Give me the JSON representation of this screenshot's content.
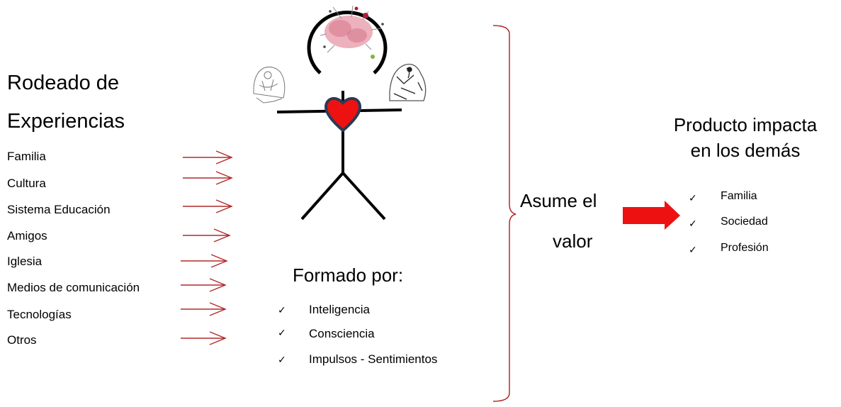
{
  "left": {
    "title_line1": "Rodeado de",
    "title_line2": "Experiencias",
    "items": [
      "Familia",
      "Cultura",
      "Sistema Educación",
      "Amigos",
      "Iglesia",
      "Medios de comunicación",
      "Tecnologías",
      "Otros"
    ]
  },
  "center": {
    "formed_title": "Formado por:",
    "formed_items": [
      "Inteligencia",
      "Consciencia",
      "Impulsos - Sentimientos"
    ]
  },
  "middle": {
    "line1": "Asume el",
    "line2": "valor"
  },
  "right": {
    "title_line1": "Producto  impacta",
    "title_line2": "en los demás",
    "items": [
      "Familia",
      "Sociedad",
      "Profesión"
    ]
  },
  "check_glyph": "✓",
  "colors": {
    "arrow_dark_red": "#b22a2a",
    "arrow_red": "#ee1111",
    "heart": "#ee1111",
    "heart_outline": "#2b3a55"
  }
}
